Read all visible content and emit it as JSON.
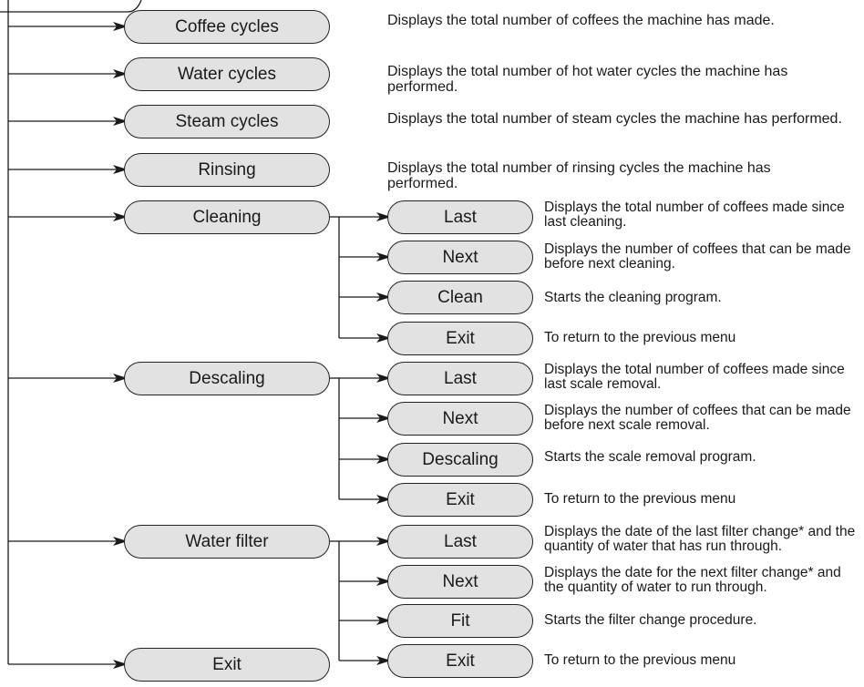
{
  "menu": [
    {
      "label": "Coffee cycles",
      "desc": "Displays the total number of coffees the machine has made."
    },
    {
      "label": "Water cycles",
      "desc": "Displays the total number of hot water cycles the machine has performed."
    },
    {
      "label": "Steam cycles",
      "desc": "Displays the total number of steam cycles the machine has performed."
    },
    {
      "label": "Rinsing",
      "desc": "Displays the total number of rinsing cycles the machine has performed."
    },
    {
      "label": "Cleaning",
      "sub": [
        {
          "label": "Last",
          "desc": "Displays the total number of coffees made since last cleaning."
        },
        {
          "label": "Next",
          "desc": "Displays the number of coffees that can be made before next cleaning."
        },
        {
          "label": "Clean",
          "desc": "Starts the cleaning program."
        },
        {
          "label": "Exit",
          "desc": "To return to the previous menu"
        }
      ]
    },
    {
      "label": "Descaling",
      "sub": [
        {
          "label": "Last",
          "desc": "Displays the total number of coffees made since last scale removal."
        },
        {
          "label": "Next",
          "desc": "Displays the number of coffees that can be made before next scale removal."
        },
        {
          "label": "Descaling",
          "desc": "Starts the scale removal program."
        },
        {
          "label": "Exit",
          "desc": "To return to the previous menu"
        }
      ]
    },
    {
      "label": "Water filter",
      "sub": [
        {
          "label": "Last",
          "desc": "Displays the date of the last filter change* and the quantity of water that has run through."
        },
        {
          "label": "Next",
          "desc": "Displays the date for the next filter change* and the quantity of water to run through."
        },
        {
          "label": "Fit",
          "desc": "Starts the filter change procedure."
        },
        {
          "label": "Exit",
          "desc": "To return to the previous menu"
        }
      ]
    },
    {
      "label": "Exit"
    }
  ]
}
